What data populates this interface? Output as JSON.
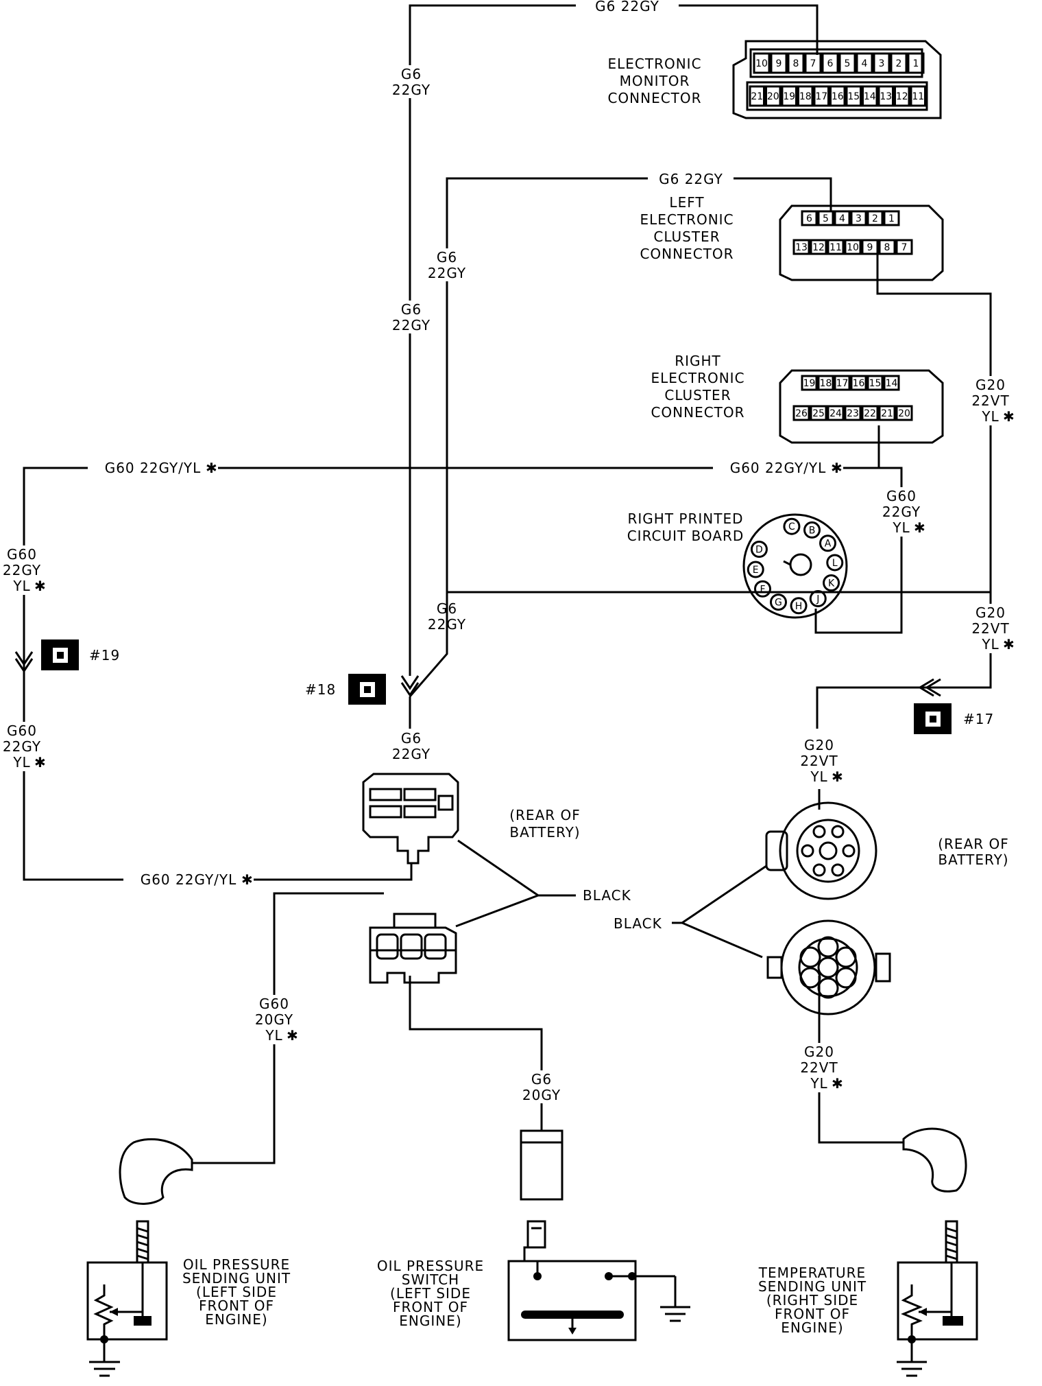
{
  "connectors": {
    "electronic_monitor": {
      "label": [
        "ELECTRONIC",
        "MONITOR",
        "CONNECTOR"
      ],
      "top_pins": [
        "10",
        "9",
        "8",
        "7",
        "6",
        "5",
        "4",
        "3",
        "2",
        "1"
      ],
      "bottom_pins": [
        "21",
        "20",
        "19",
        "18",
        "17",
        "16",
        "15",
        "14",
        "13",
        "12",
        "11"
      ]
    },
    "left_cluster": {
      "label": [
        "LEFT",
        "ELECTRONIC",
        "CLUSTER",
        "CONNECTOR"
      ],
      "top_pins": [
        "6",
        "5",
        "4",
        "3",
        "2",
        "1"
      ],
      "bottom_pins": [
        "13",
        "12",
        "11",
        "10",
        "9",
        "8",
        "7"
      ]
    },
    "right_cluster": {
      "label": [
        "RIGHT",
        "ELECTRONIC",
        "CLUSTER",
        "CONNECTOR"
      ],
      "top_pins": [
        "19",
        "18",
        "17",
        "16",
        "15",
        "14"
      ],
      "bottom_pins": [
        "26",
        "25",
        "24",
        "23",
        "22",
        "21",
        "20"
      ]
    },
    "printed_circuit_board": {
      "label": [
        "RIGHT PRINTED",
        "CIRCUIT BOARD"
      ],
      "pins": [
        "C",
        "B",
        "A",
        "L",
        "K",
        "J",
        "H",
        "G",
        "F",
        "E",
        "D"
      ]
    }
  },
  "wires": {
    "g6_22gy_inline": "G6 22GY",
    "g6_22gy_stacked": [
      "G6",
      "22GY"
    ],
    "g6_20gy": [
      "G6",
      "20GY"
    ],
    "g60_22gy_yl_inline": "G60 22GY/YL",
    "g60_22gy_yl_stacked": [
      "G60",
      "22GY",
      "YL"
    ],
    "g60_20gy_yl_stacked": [
      "G60",
      "20GY",
      "YL"
    ],
    "g20_22vt_yl_stacked": [
      "G20",
      "22VT",
      "YL"
    ],
    "star": "✱"
  },
  "splices": {
    "s17": "#17",
    "s18": "#18",
    "s19": "#19"
  },
  "notes": {
    "rear_of_battery_left": [
      "(REAR OF",
      "BATTERY)"
    ],
    "rear_of_battery_right": [
      "(REAR OF",
      "BATTERY)"
    ],
    "black_left": "BLACK",
    "black_right": "BLACK"
  },
  "components": {
    "oil_pressure_sending_unit": [
      "OIL PRESSURE",
      "SENDING UNIT",
      "(LEFT SIDE",
      "FRONT OF",
      "ENGINE)"
    ],
    "oil_pressure_switch": [
      "OIL PRESSURE",
      "SWITCH",
      "(LEFT SIDE",
      "FRONT OF",
      "ENGINE)"
    ],
    "temperature_sending_unit": [
      "TEMPERATURE",
      "SENDING UNIT",
      "(RIGHT SIDE",
      "FRONT OF",
      "ENGINE)"
    ]
  }
}
